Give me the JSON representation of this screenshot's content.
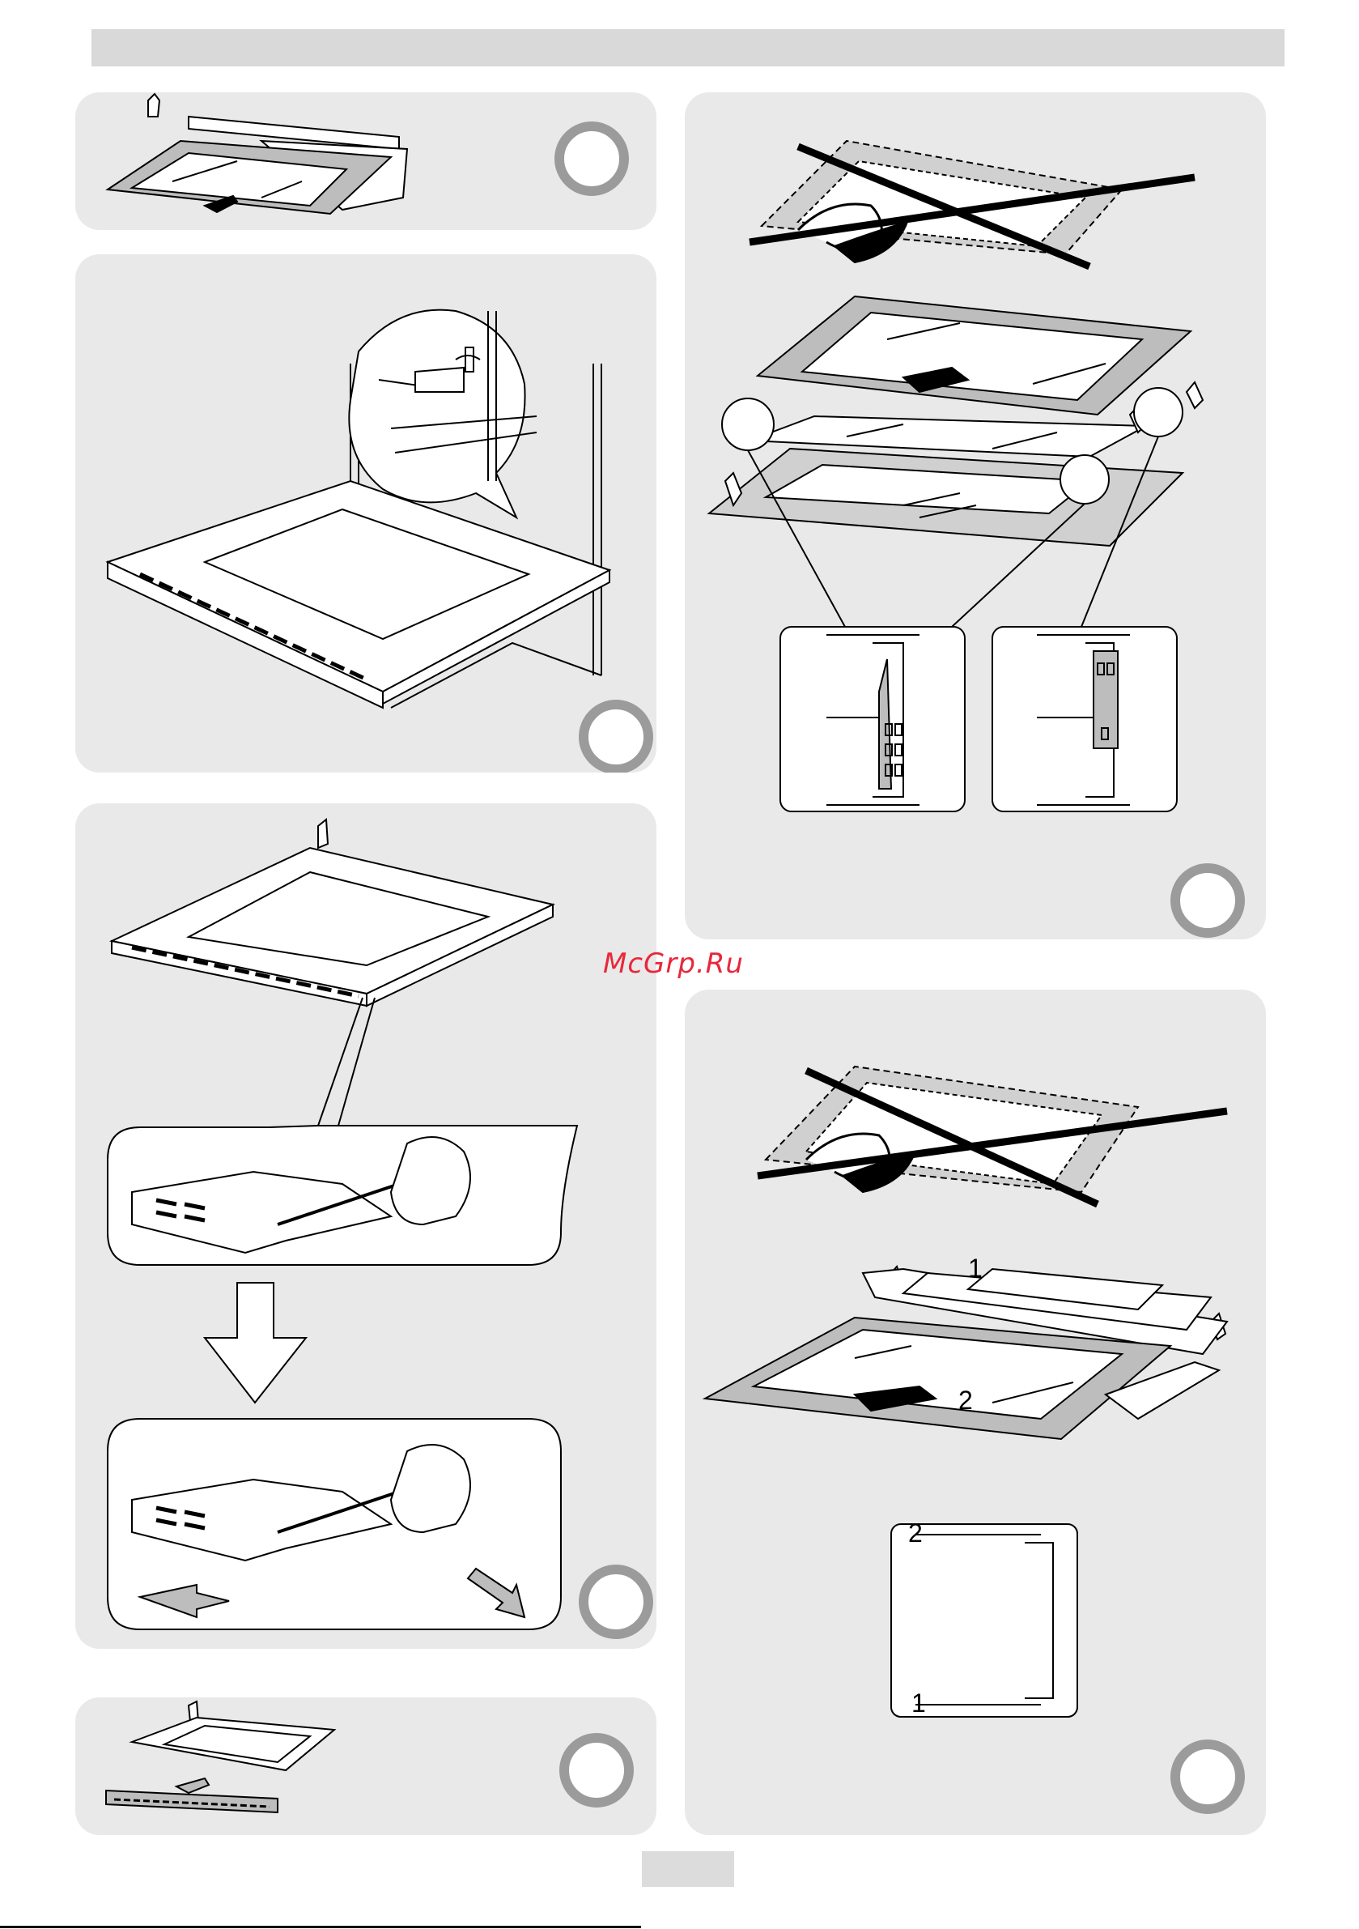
{
  "watermark": {
    "text": "McGrp.Ru"
  },
  "figure_labels": {
    "glass_1": "1",
    "glass_2": "2",
    "detail_2": "2",
    "detail_1": "1"
  },
  "colors": {
    "panel_bg": "#e9e9e9",
    "header_bar": "#d9d9d9",
    "circle_ring": "#9b9b9b",
    "watermark": "#e8283a"
  }
}
